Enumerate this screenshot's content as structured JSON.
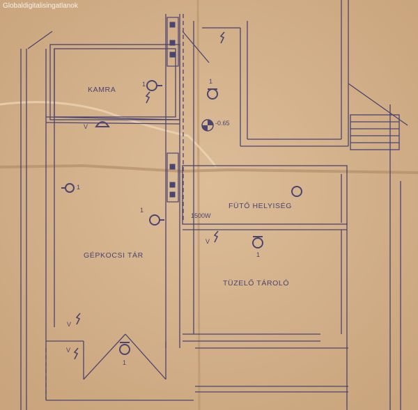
{
  "watermark": "Globaldigitalisingatlanok",
  "rooms": {
    "kamra": "KAMRA",
    "gepkocsi": "GÉPKOCSI  TÁR",
    "futo": "FÜTŐ  HELYISÉG",
    "tuzelo": "TÜZELŐ  TÁROLÓ"
  },
  "labels": {
    "level": "-0.65",
    "heater": "1500W",
    "one": "1",
    "v": "V"
  },
  "colors": {
    "paper": "#d7b690",
    "ink": "#4a4470"
  }
}
